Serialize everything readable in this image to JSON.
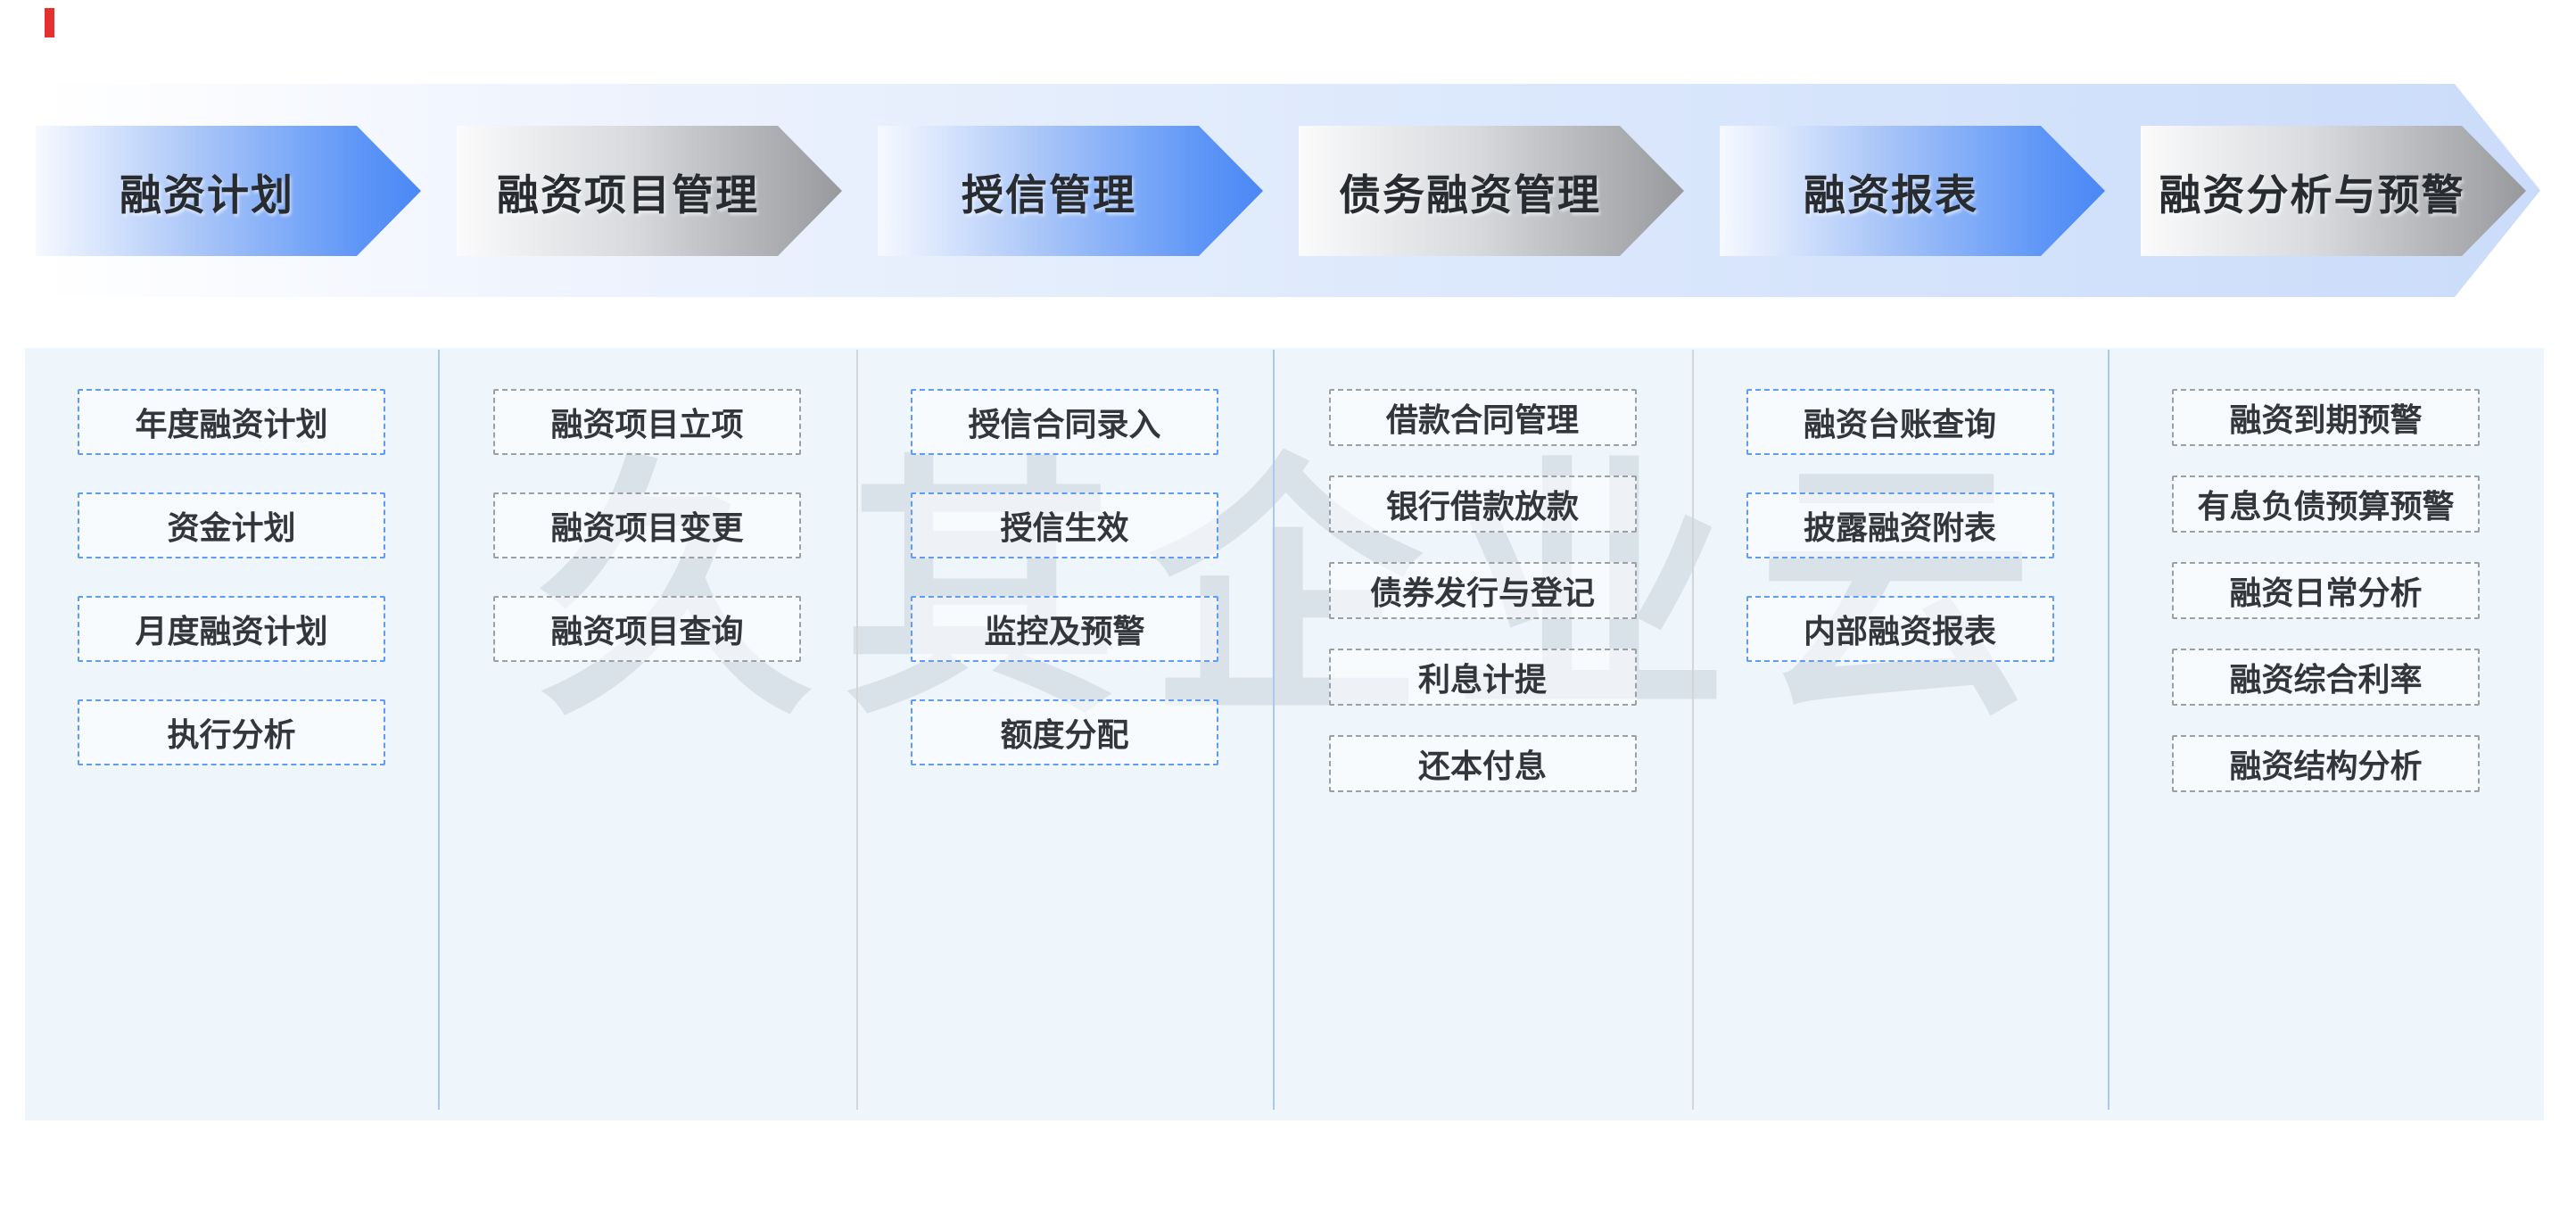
{
  "palette": {
    "accent_mark_red": "#e53030",
    "arrow_blue": "#4a88f5",
    "arrow_gray": "#97999d",
    "band_blue": "#cbdcfa",
    "panel_background": "#eef5fb",
    "dash_blue": "#5e9cf5",
    "dash_gray": "#9aa0a6",
    "divider_blue": "#a9c9f2",
    "divider_gray": "#d3d6d9",
    "text_dark": "#33363a",
    "watermark_gray": "#e0e4e9"
  },
  "watermark": {
    "text": "久其企业云"
  },
  "process": {
    "steps": [
      {
        "label": "融资计划",
        "variant": "blue",
        "items": [
          "年度融资计划",
          "资金计划",
          "月度融资计划",
          "执行分析"
        ]
      },
      {
        "label": "融资项目管理",
        "variant": "gray",
        "items": [
          "融资项目立项",
          "融资项目变更",
          "融资项目查询"
        ]
      },
      {
        "label": "授信管理",
        "variant": "blue",
        "items": [
          "授信合同录入",
          "授信生效",
          "监控及预警",
          "额度分配"
        ]
      },
      {
        "label": "债务融资管理",
        "variant": "gray",
        "items": [
          "借款合同管理",
          "银行借款放款",
          "债券发行与登记",
          "利息计提",
          "还本付息"
        ]
      },
      {
        "label": "融资报表",
        "variant": "blue",
        "items": [
          "融资台账查询",
          "披露融资附表",
          "内部融资报表"
        ]
      },
      {
        "label": "融资分析与预警",
        "variant": "gray",
        "items": [
          "融资到期预警",
          "有息负债预算预警",
          "融资日常分析",
          "融资综合利率",
          "融资结构分析"
        ]
      }
    ]
  }
}
